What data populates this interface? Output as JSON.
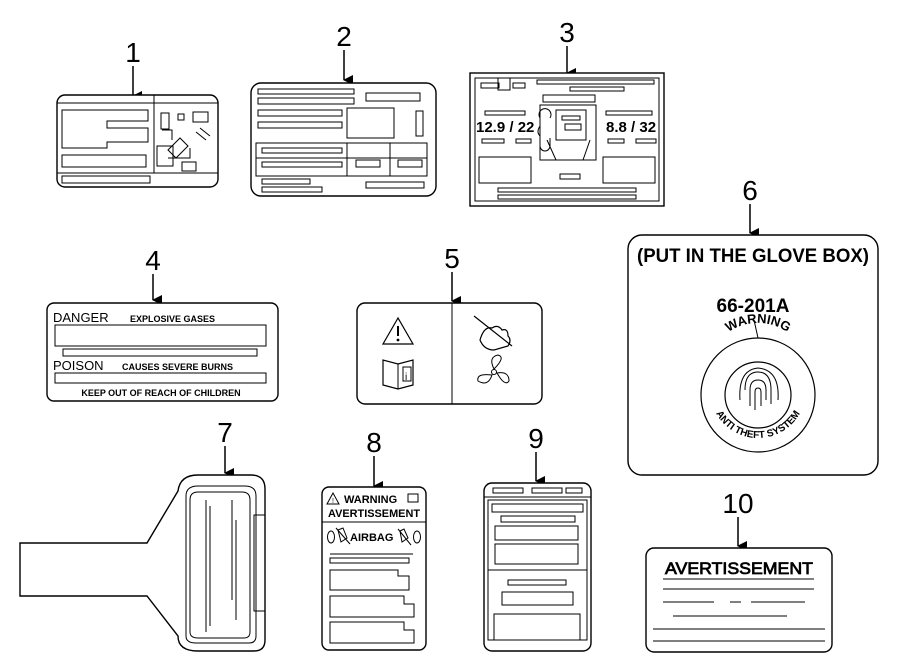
{
  "callouts": [
    "1",
    "2",
    "3",
    "4",
    "5",
    "6",
    "7",
    "8",
    "9",
    "10"
  ],
  "label3": {
    "left_reading": "12.9 / 22",
    "right_reading": "8.8 / 32"
  },
  "label4": {
    "danger_word": "DANGER",
    "danger_text": "EXPLOSIVE GASES",
    "poison_word": "POISON",
    "poison_text": "CAUSES SEVERE BURNS",
    "footer": "KEEP OUT OF REACH OF CHILDREN"
  },
  "label6": {
    "header": "(PUT IN THE GLOVE BOX)",
    "part_number": "66-201A",
    "seal_top": "WARNING",
    "seal_bottom": "ANTI THEFT SYSTEM"
  },
  "label8": {
    "line1": "WARNING",
    "line2": "AVERTISSEMENT",
    "line3": "AIRBAG"
  },
  "label10": {
    "title": "AVERTISSEMENT"
  }
}
